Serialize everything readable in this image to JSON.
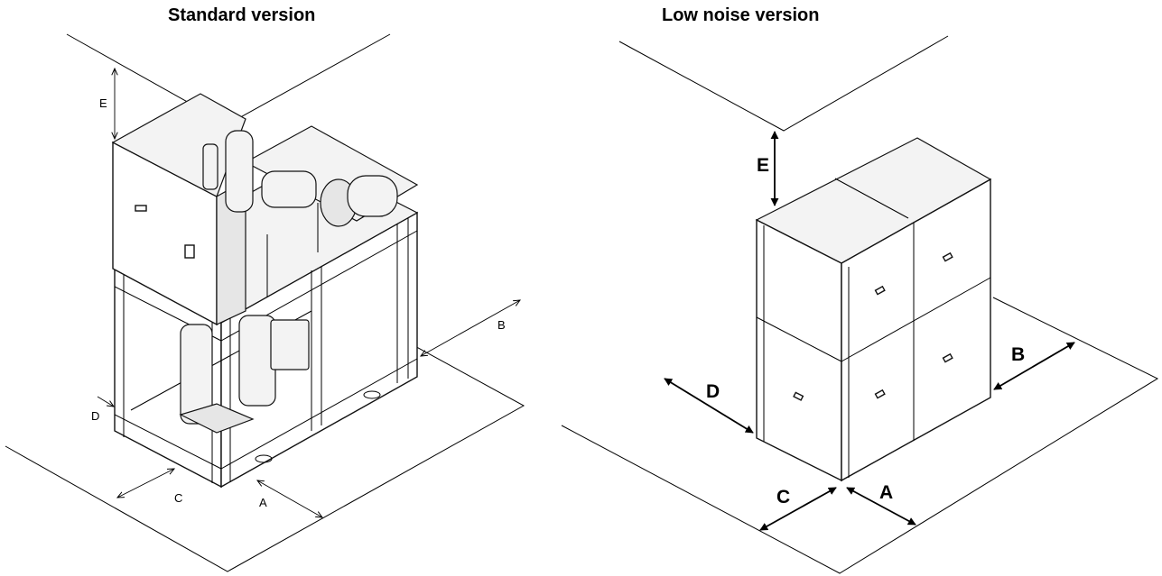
{
  "titles": {
    "standard": "Standard version",
    "low_noise": "Low noise version"
  },
  "standard_labels": {
    "A": "A",
    "B": "B",
    "C": "C",
    "D": "D",
    "E": "E"
  },
  "low_noise_labels": {
    "A": "A",
    "B": "B",
    "C": "C",
    "D": "D",
    "E": "E"
  }
}
